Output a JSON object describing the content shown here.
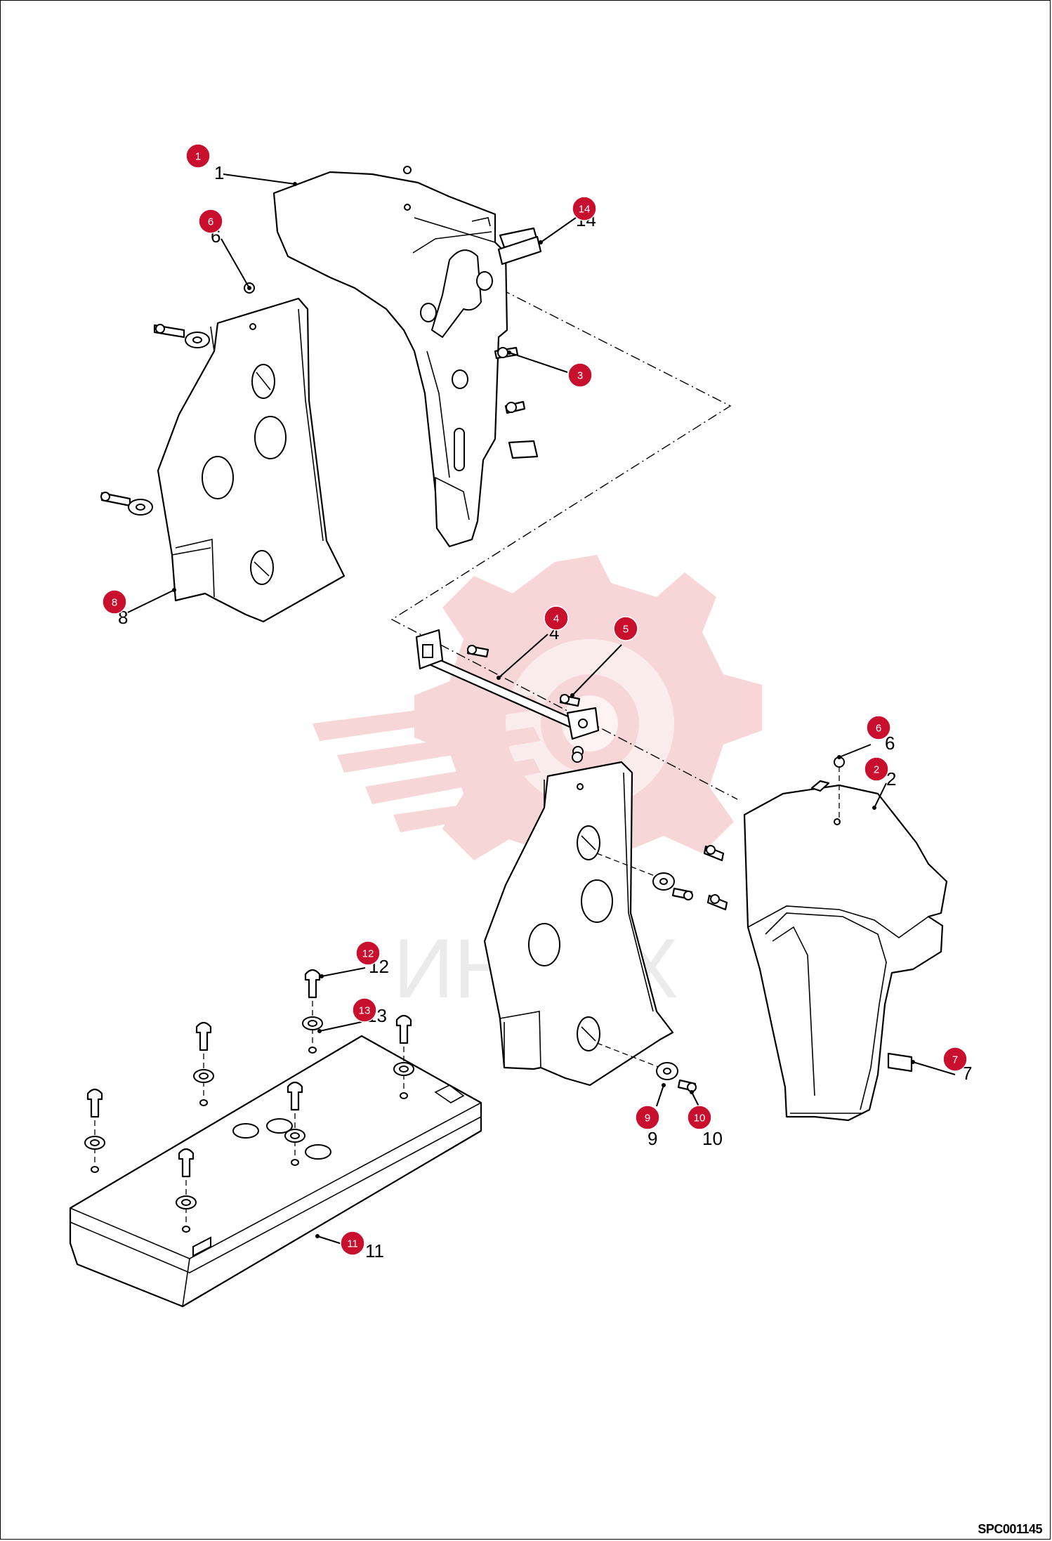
{
  "footer": {
    "code": "SPC001145"
  },
  "watermark": {
    "text": "ИНТЕХ",
    "color": "#f6c6c8"
  },
  "colors": {
    "callout": "#c8102e",
    "stroke": "#000000"
  },
  "callouts": [
    {
      "id": "c1",
      "number": "1",
      "label": "1"
    },
    {
      "id": "c6a",
      "number": "6",
      "label": "6"
    },
    {
      "id": "c14",
      "number": "14",
      "label": "14"
    },
    {
      "id": "c3",
      "number": "3",
      "label": "3"
    },
    {
      "id": "c8",
      "number": "8",
      "label": "8"
    },
    {
      "id": "c4",
      "number": "4",
      "label": "4"
    },
    {
      "id": "c5",
      "number": "5",
      "label": "5"
    },
    {
      "id": "c6b",
      "number": "6",
      "label": "6"
    },
    {
      "id": "c2",
      "number": "2",
      "label": "2"
    },
    {
      "id": "c12",
      "number": "12",
      "label": "12"
    },
    {
      "id": "c13",
      "number": "13",
      "label": "13"
    },
    {
      "id": "c7",
      "number": "7",
      "label": "7"
    },
    {
      "id": "c9",
      "number": "9",
      "label": "9"
    },
    {
      "id": "c10",
      "number": "10",
      "label": "10"
    },
    {
      "id": "c11",
      "number": "11",
      "label": "11"
    }
  ]
}
